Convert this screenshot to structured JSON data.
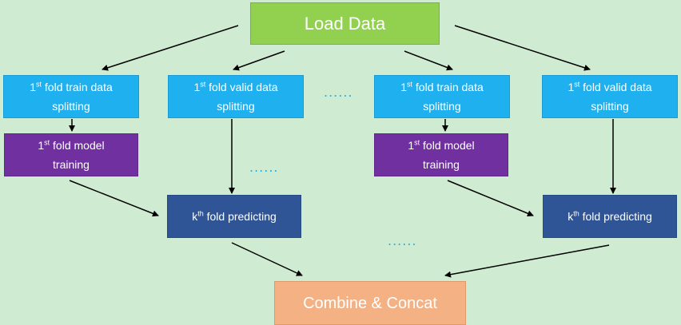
{
  "nodes": {
    "load": "Load Data",
    "train_split_1": {
      "pre": "1",
      "sup": "st",
      "rest": " fold train data",
      "line2": "splitting"
    },
    "valid_split_1": {
      "pre": "1",
      "sup": "st",
      "rest": " fold valid data",
      "line2": "splitting"
    },
    "train_split_2": {
      "pre": "1",
      "sup": "st",
      "rest": " fold train data",
      "line2": "splitting"
    },
    "valid_split_2": {
      "pre": "1",
      "sup": "st",
      "rest": " fold valid data",
      "line2": "splitting"
    },
    "model_1": {
      "pre": "1",
      "sup": "st",
      "rest": " fold model",
      "line2": "training"
    },
    "model_2": {
      "pre": "1",
      "sup": "st",
      "rest": " fold model",
      "line2": "training"
    },
    "predict_1": {
      "pre": "k",
      "sup": "th",
      "rest": " fold predicting"
    },
    "predict_2": {
      "pre": "k",
      "sup": "th",
      "rest": " fold predicting"
    },
    "combine": "Combine & Concat"
  },
  "ellipses": {
    "top": "......",
    "middle": "......",
    "bottom": "......"
  },
  "colors": {
    "background": "#cfecd3",
    "load": "#92d050",
    "split": "#1fb0ef",
    "model": "#7030a0",
    "predict": "#2f5597",
    "combine": "#f4b183",
    "arrow": "#000000"
  }
}
